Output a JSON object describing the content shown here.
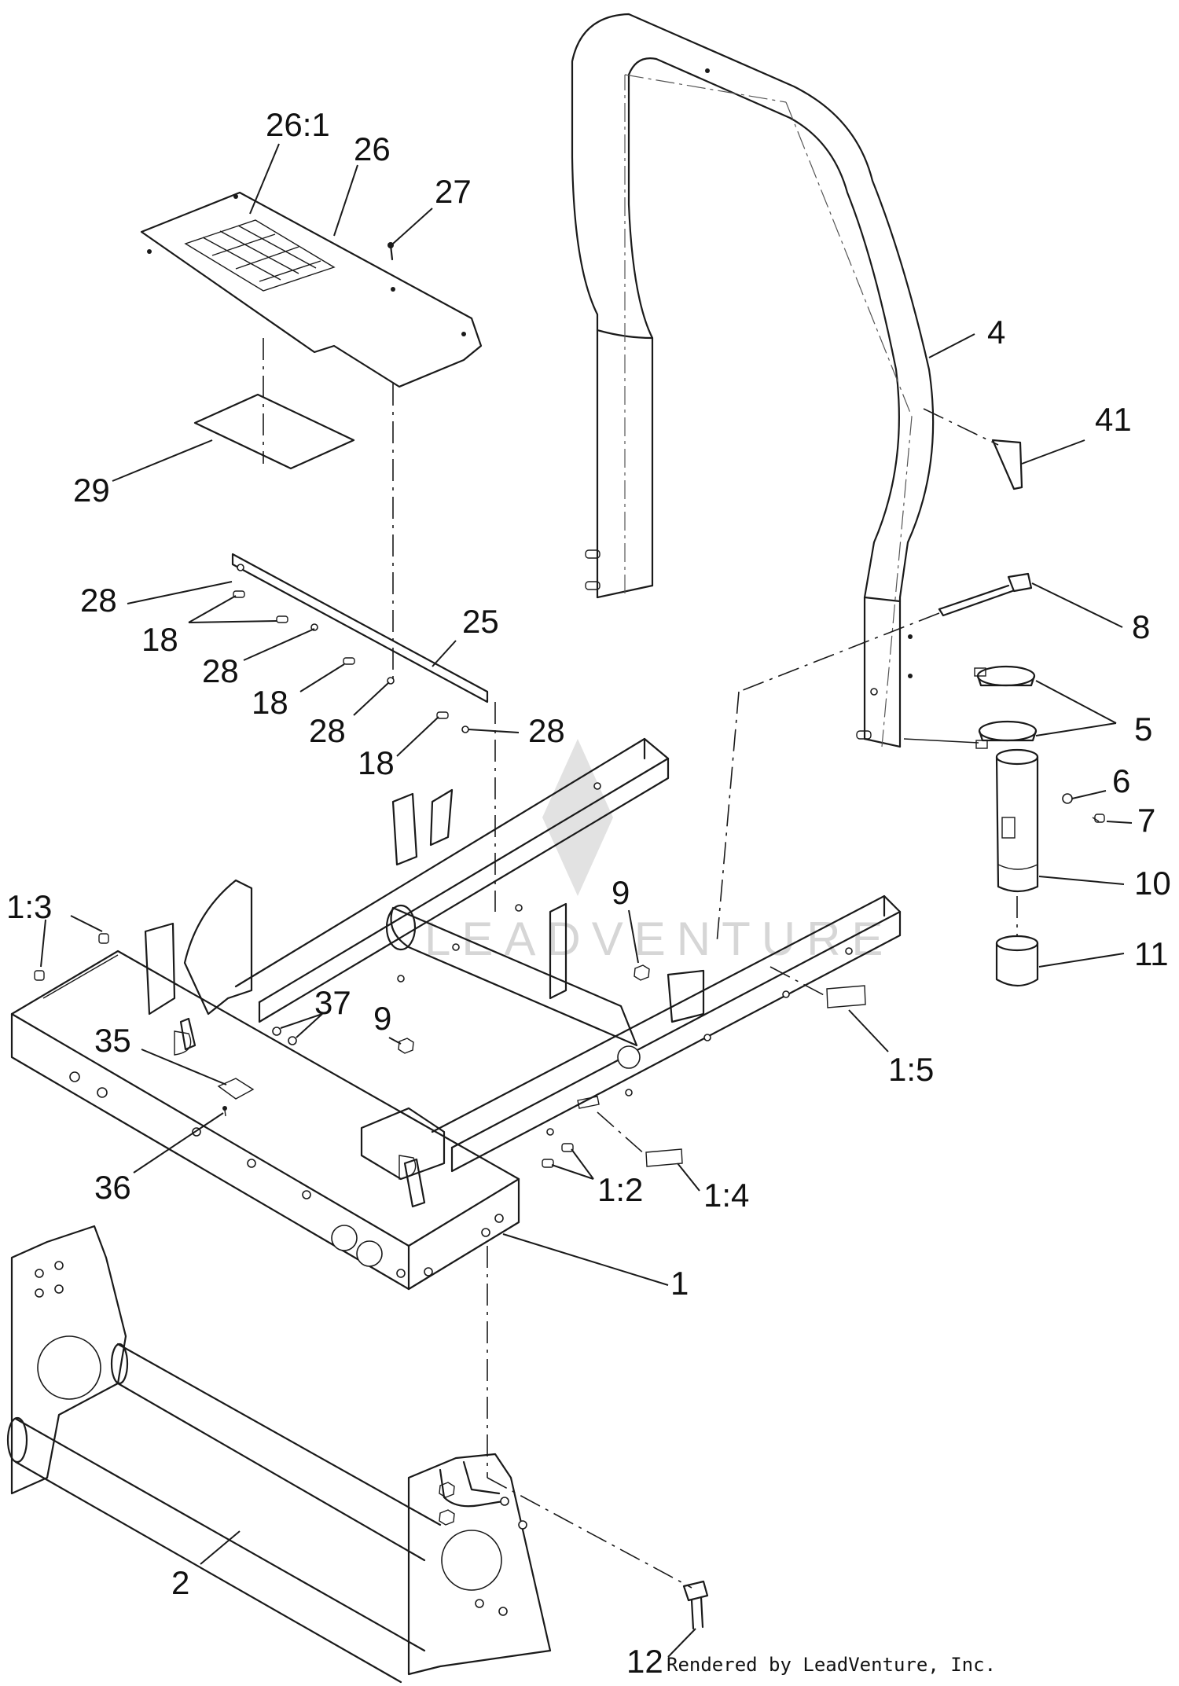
{
  "diagram": {
    "credit": "Rendered by LeadVenture, Inc.",
    "watermark": "LEADVENTURE",
    "callouts": [
      {
        "id": "c26_1",
        "label": "26:1"
      },
      {
        "id": "c26",
        "label": "26"
      },
      {
        "id": "c27",
        "label": "27"
      },
      {
        "id": "c29",
        "label": "29"
      },
      {
        "id": "c4",
        "label": "4"
      },
      {
        "id": "c41",
        "label": "41"
      },
      {
        "id": "c28a",
        "label": "28"
      },
      {
        "id": "c18a",
        "label": "18"
      },
      {
        "id": "c28b",
        "label": "28"
      },
      {
        "id": "c25",
        "label": "25"
      },
      {
        "id": "c18b",
        "label": "18"
      },
      {
        "id": "c28c",
        "label": "28"
      },
      {
        "id": "c28d",
        "label": "28"
      },
      {
        "id": "c18c",
        "label": "18"
      },
      {
        "id": "c8",
        "label": "8"
      },
      {
        "id": "c5",
        "label": "5"
      },
      {
        "id": "c6",
        "label": "6"
      },
      {
        "id": "c7",
        "label": "7"
      },
      {
        "id": "c10",
        "label": "10"
      },
      {
        "id": "c11",
        "label": "11"
      },
      {
        "id": "c1_3",
        "label": "1:3"
      },
      {
        "id": "c9a",
        "label": "9"
      },
      {
        "id": "c37",
        "label": "37"
      },
      {
        "id": "c9b",
        "label": "9"
      },
      {
        "id": "c35",
        "label": "35"
      },
      {
        "id": "c1_5",
        "label": "1:5"
      },
      {
        "id": "c36",
        "label": "36"
      },
      {
        "id": "c1_2",
        "label": "1:2"
      },
      {
        "id": "c1_4",
        "label": "1:4"
      },
      {
        "id": "c1",
        "label": "1"
      },
      {
        "id": "c2",
        "label": "2"
      },
      {
        "id": "c12",
        "label": "12"
      }
    ]
  }
}
